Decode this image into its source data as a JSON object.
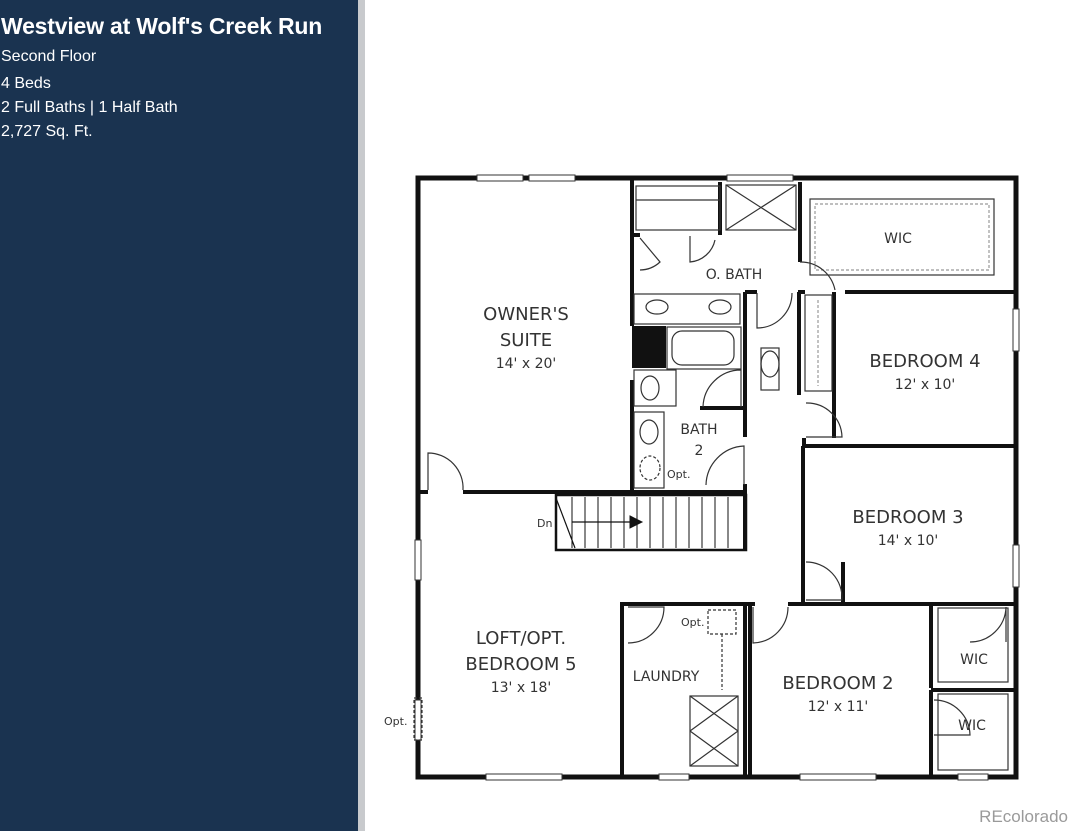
{
  "info": {
    "title": "Westview at Wolf's Creek Run",
    "floor": "Second Floor",
    "beds": "4 Beds",
    "baths": "2 Full Baths | 1 Half Bath",
    "sqft": "2,727 Sq. Ft."
  },
  "rooms": {
    "owners_suite_1": "OWNER'S",
    "owners_suite_2": "SUITE",
    "owners_suite_dim": "14' x 20'",
    "obath": "O. BATH",
    "wic_top": "WIC",
    "bedroom4": "BEDROOM 4",
    "bedroom4_dim": "12' x 10'",
    "bath2_1": "BATH",
    "bath2_2": "2",
    "opt_bath": "Opt.",
    "dn": "Dn",
    "bedroom3": "BEDROOM 3",
    "bedroom3_dim": "14' x 10'",
    "loft_1": "LOFT/OPT.",
    "loft_2": "BEDROOM 5",
    "loft_dim": "13' x 18'",
    "opt_loft": "Opt.",
    "laundry": "LAUNDRY",
    "opt_laundry": "Opt.",
    "bedroom2": "BEDROOM 2",
    "bedroom2_dim": "12' x 11'",
    "wic_b3": "WIC",
    "wic_b2": "WIC"
  },
  "watermark": "REcolorado",
  "colors": {
    "sidebar": "#1a3350",
    "divider": "#c8cacd",
    "wall": "#111111"
  }
}
